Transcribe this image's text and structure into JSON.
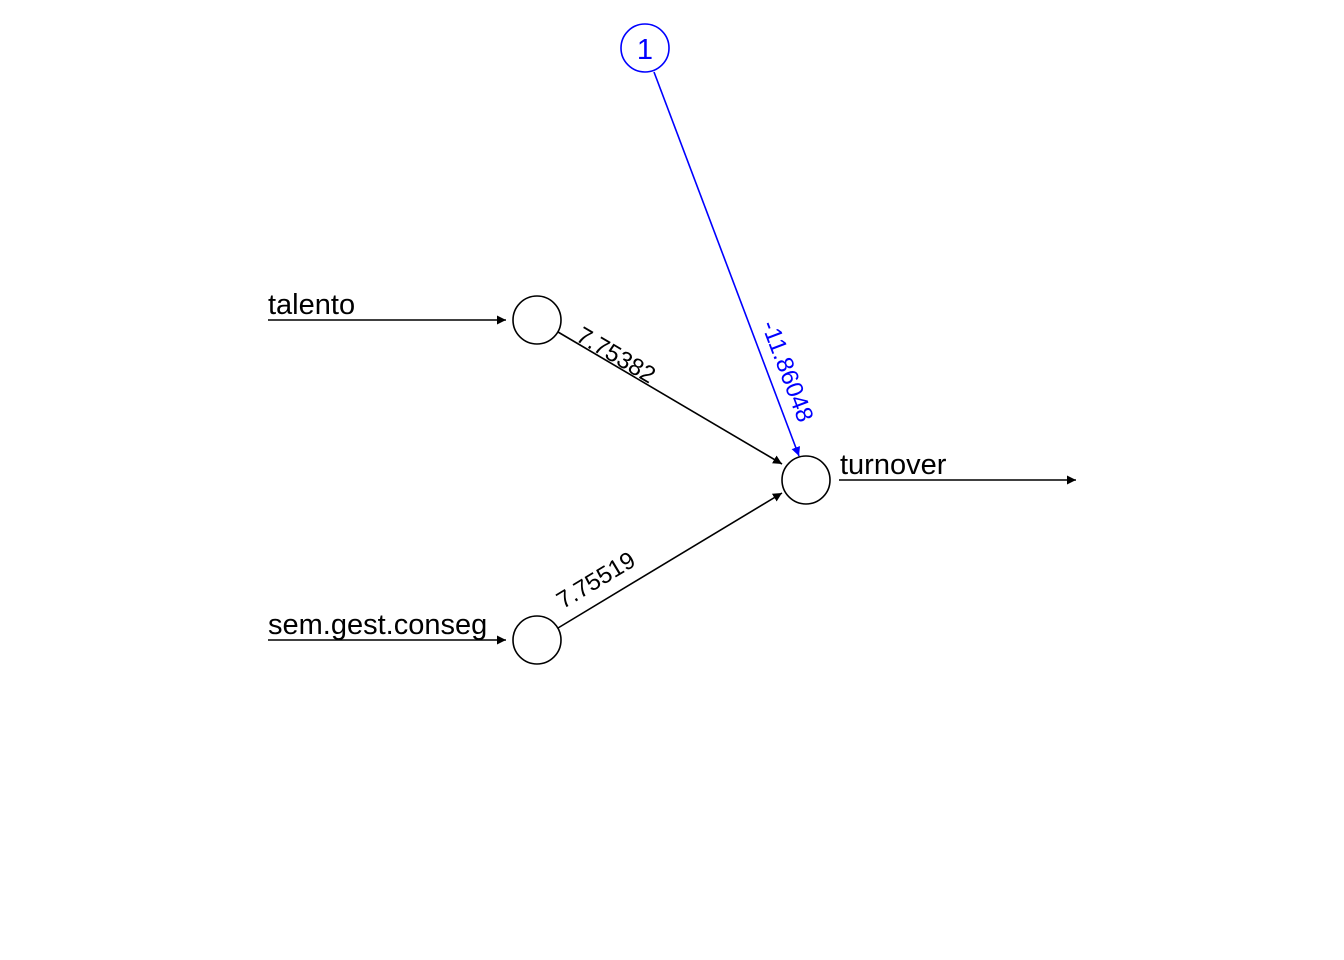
{
  "diagram": {
    "inputs": [
      {
        "label": "talento"
      },
      {
        "label": "sem.gest.conseg"
      }
    ],
    "output": {
      "label": "turnover"
    },
    "bias": {
      "label": "1"
    },
    "weights": {
      "talento": "7.75382",
      "sem_gest_conseg": "7.75519",
      "bias": "-11.86048"
    },
    "colors": {
      "main": "#000000",
      "bias": "#0000ff"
    }
  }
}
